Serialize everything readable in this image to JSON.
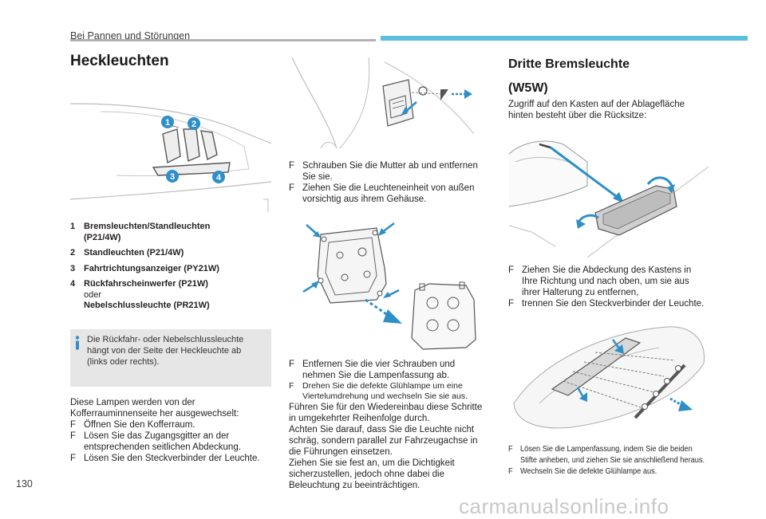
{
  "header": {
    "chapter": "Bei Pannen und Störungen"
  },
  "left": {
    "title": "Heckleuchten",
    "markers": [
      "1",
      "2",
      "3",
      "4"
    ],
    "legend": [
      {
        "num": "1",
        "lines": [
          "Bremsleuchten/Standleuchten",
          "(P21/4W)"
        ]
      },
      {
        "num": "2",
        "lines": [
          "Standleuchten (P21/4W)"
        ]
      },
      {
        "num": "3",
        "lines": [
          "Fahrtrichtungsanzeiger (PY21W)"
        ]
      },
      {
        "num": "4",
        "lines": [
          "Rückfahrscheinwerfer (P21W)",
          "oder",
          "Nebelschlussleuchte (PR21W)"
        ]
      }
    ],
    "info_lines": [
      "Die Rückfahr- oder Nebelschlussleuchte",
      "hängt von der Seite der Heckleuchte ab",
      "(links oder rechts)."
    ],
    "intro_lines": [
      "Diese Lampen werden von der",
      "Kofferrauminnenseite her ausgewechselt:"
    ],
    "steps": [
      {
        "mark": "F",
        "lines": [
          "Öffnen Sie den Kofferraum."
        ]
      },
      {
        "mark": "F",
        "lines": [
          "Lösen Sie das Zugangsgitter an der",
          "entsprechenden seitlichen Abdeckung."
        ]
      },
      {
        "mark": "F",
        "lines": [
          "Lösen Sie den Steckverbinder der Leuchte."
        ]
      }
    ]
  },
  "middle": {
    "steps_a": [
      {
        "mark": "F",
        "lines": [
          "Schrauben Sie die Mutter ab und entfernen",
          "Sie sie."
        ]
      },
      {
        "mark": "F",
        "lines": [
          "Ziehen Sie die Leuchteneinheit von außen",
          "vorsichtig aus ihrem Gehäuse."
        ]
      }
    ],
    "step_b": {
      "mark": "F",
      "lines": [
        "Entfernen Sie die vier Schrauben und",
        "nehmen Sie die Lampenfassung ab."
      ]
    },
    "step_c": {
      "mark": "F",
      "lines": [
        "Drehen Sie die defekte Glühlampe um eine",
        "Viertelumdrehung und wechseln Sie sie aus."
      ]
    },
    "para_lines": [
      "Führen Sie für den Wiedereinbau diese Schritte",
      "in umgekehrter Reihenfolge durch.",
      "Achten Sie darauf, dass Sie die Leuchte nicht",
      "schräg, sondern parallel zur Fahrzeugachse in",
      "die Führungen einsetzen.",
      "Ziehen Sie sie fest an, um die Dichtigkeit",
      "sicherzustellen, jedoch ohne dabei die",
      "Beleuchtung zu beeinträchtigen."
    ]
  },
  "right": {
    "title_line1": "Dritte Bremsleuchte",
    "title_line2": "(W5W)",
    "intro_lines": [
      "Zugriff auf den Kasten auf der Ablagefläche",
      "hinten besteht über die Rücksitze:"
    ],
    "steps": [
      {
        "mark": "F",
        "lines": [
          "Ziehen Sie die Abdeckung des Kastens in",
          "Ihre Richtung und nach oben, um sie aus",
          "ihrer Halterung zu entfernen,"
        ]
      },
      {
        "mark": "F",
        "lines": [
          "trennen Sie den Steckverbinder der Leuchte."
        ]
      }
    ],
    "steps_small": [
      {
        "mark": "F",
        "lines": [
          "Lösen Sie die Lampenfassung, indem Sie die beiden",
          "Stifte anheben, und ziehen Sie sie anschließend heraus."
        ]
      },
      {
        "mark": "F",
        "lines": [
          "Wechseln Sie die defekte Glühlampe aus."
        ]
      }
    ]
  },
  "footer": {
    "page_number": "130",
    "watermark": "carmanualsonline.info"
  },
  "colors": {
    "accent": "#5bc0de",
    "marker": "#2e8fc7",
    "grey_bar": "#b2b2b2",
    "info_bg": "#e6e6e6",
    "arrow": "#2e8fc7"
  }
}
